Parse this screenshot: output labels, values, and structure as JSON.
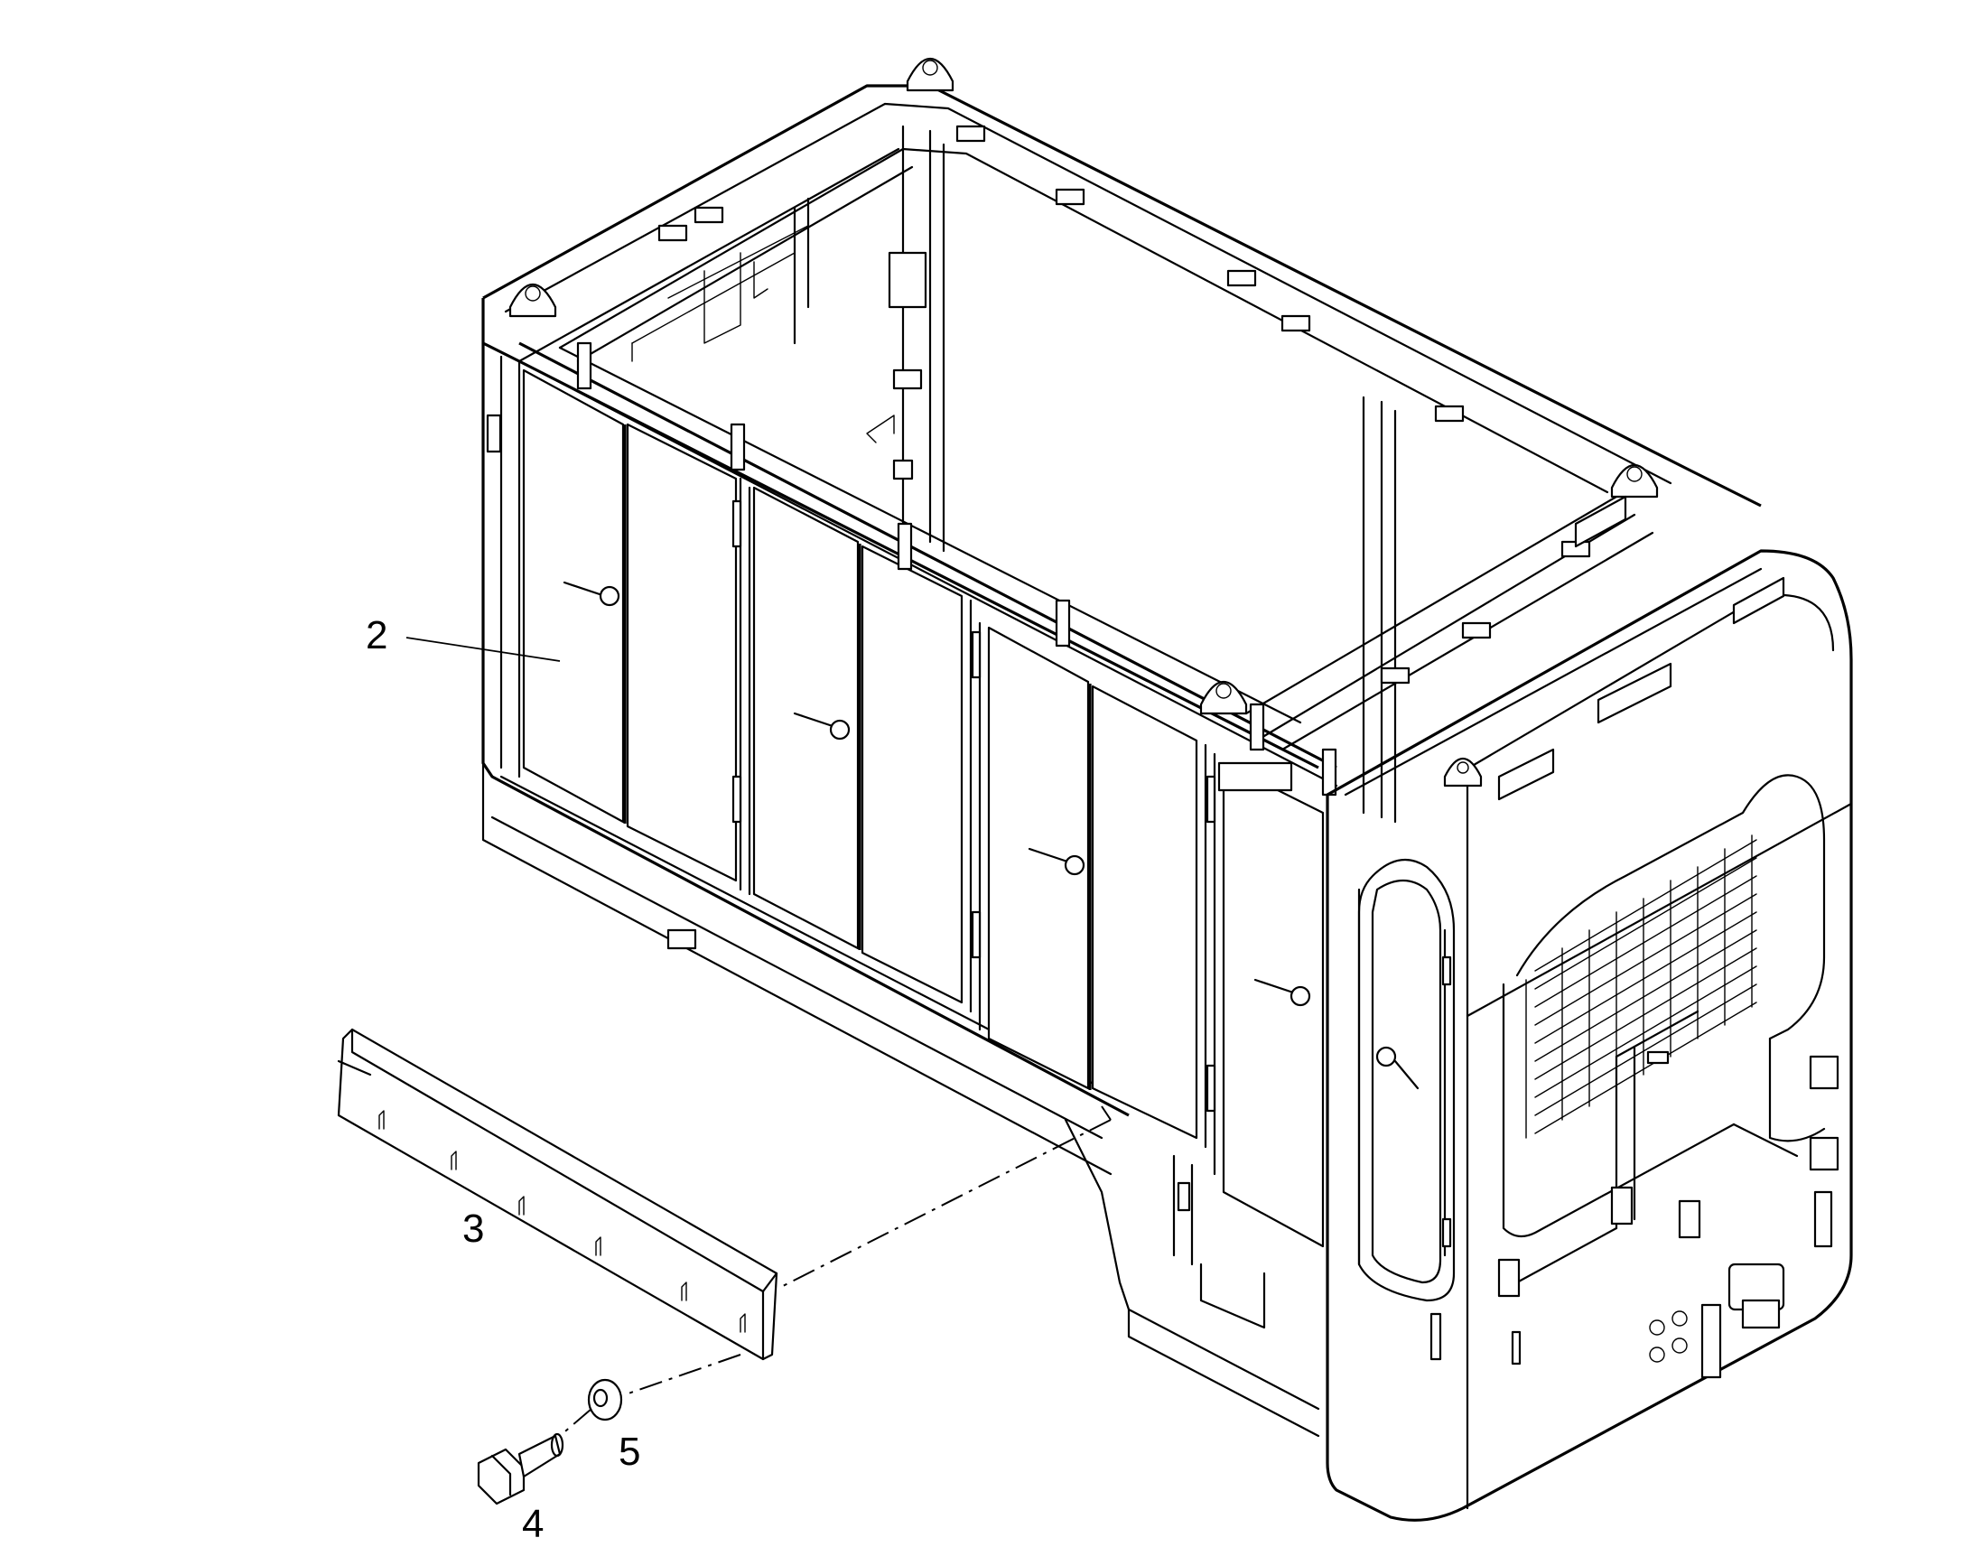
{
  "diagram": {
    "callouts": [
      {
        "id": "2",
        "label": "2"
      },
      {
        "id": "3",
        "label": "3"
      },
      {
        "id": "4",
        "label": "4"
      },
      {
        "id": "5",
        "label": "5"
      }
    ]
  }
}
